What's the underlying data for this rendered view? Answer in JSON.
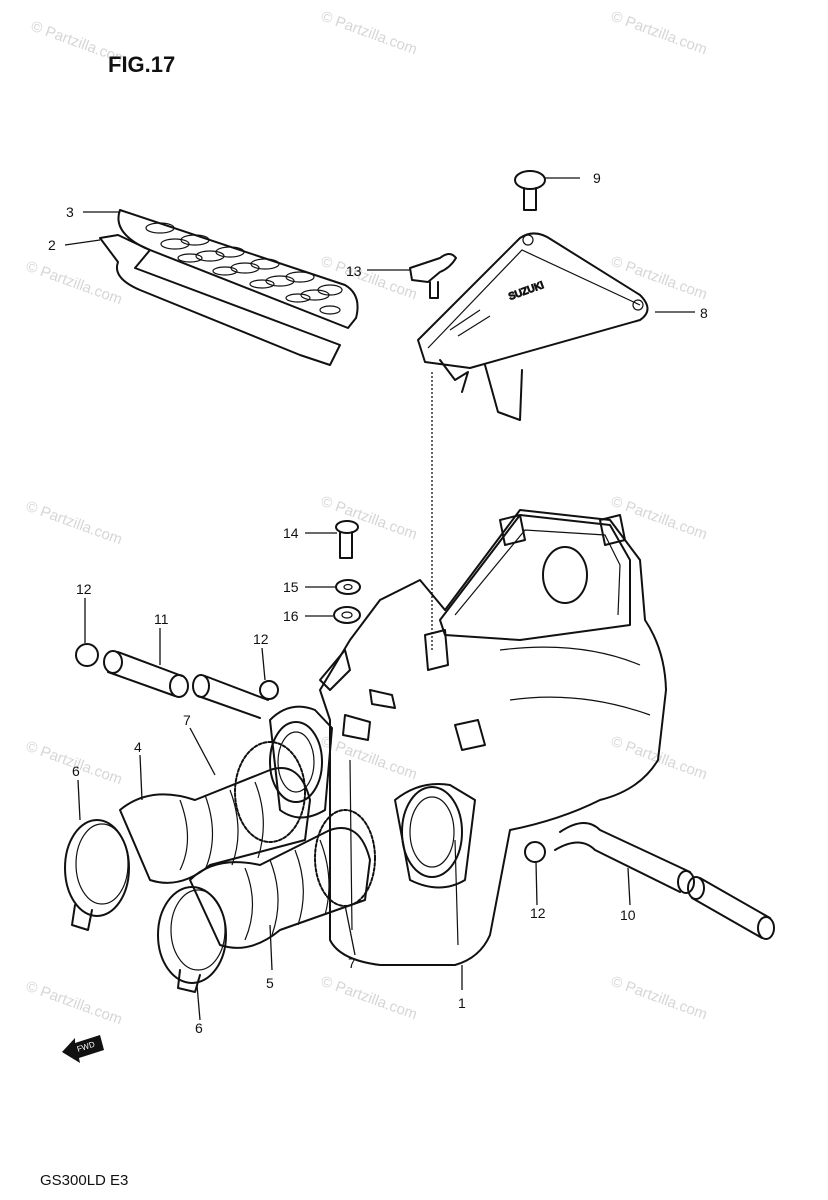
{
  "figure_title": "FIG.17",
  "model_code": "GS300LD  E3",
  "front_arrow_text": "FWD",
  "watermark": "© Partzilla.com",
  "callouts": {
    "p1": "1",
    "p2": "2",
    "p3": "3",
    "p4": "4",
    "p5": "5",
    "p6a": "6",
    "p6b": "6",
    "p7a": "7",
    "p7b": "7",
    "p8": "8",
    "p9": "9",
    "p10": "10",
    "p11": "11",
    "p12a": "12",
    "p12b": "12",
    "p12c": "12",
    "p13": "13",
    "p14": "14",
    "p15": "15",
    "p16": "16"
  }
}
